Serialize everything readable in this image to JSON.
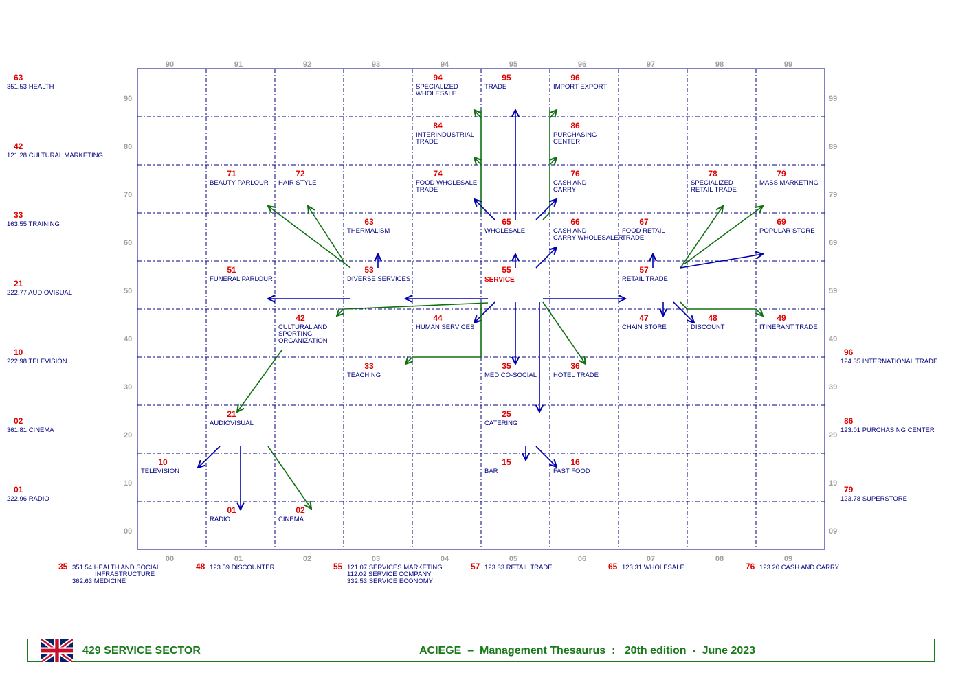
{
  "grid": {
    "top_ticks": [
      "90",
      "91",
      "92",
      "93",
      "94",
      "95",
      "96",
      "97",
      "98",
      "99"
    ],
    "bottom_ticks": [
      "00",
      "01",
      "02",
      "03",
      "04",
      "05",
      "06",
      "07",
      "08",
      "09"
    ],
    "left_ticks": [
      "90",
      "80",
      "70",
      "60",
      "50",
      "40",
      "30",
      "20",
      "10",
      "00"
    ],
    "right_ticks": [
      "99",
      "89",
      "79",
      "69",
      "59",
      "49",
      "39",
      "29",
      "19",
      "09"
    ]
  },
  "cells": [
    {
      "num": "94",
      "lines": [
        "SPECIALIZED",
        "WHOLESALE"
      ]
    },
    {
      "num": "95",
      "lines": [
        "TRADE"
      ]
    },
    {
      "num": "96",
      "lines": [
        "IMPORT EXPORT"
      ]
    },
    {
      "num": "84",
      "lines": [
        "INTERINDUSTRIAL",
        "TRADE"
      ]
    },
    {
      "num": "86",
      "lines": [
        "PURCHASING",
        "CENTER"
      ]
    },
    {
      "num": "71",
      "lines": [
        "BEAUTY PARLOUR"
      ]
    },
    {
      "num": "72",
      "lines": [
        "HAIR STYLE"
      ]
    },
    {
      "num": "74",
      "lines": [
        "FOOD WHOLESALE",
        "TRADE"
      ]
    },
    {
      "num": "76",
      "lines": [
        "CASH AND",
        "CARRY"
      ]
    },
    {
      "num": "78",
      "lines": [
        "SPECIALIZED",
        "RETAIL TRADE"
      ]
    },
    {
      "num": "79",
      "lines": [
        "MASS MARKETING"
      ]
    },
    {
      "num": "63",
      "lines": [
        "THERMALISM"
      ]
    },
    {
      "num": "65",
      "lines": [
        "WHOLESALE"
      ]
    },
    {
      "num": "66",
      "lines": [
        "CASH AND",
        "CARRY WHOLESALER"
      ]
    },
    {
      "num": "67",
      "lines": [
        "FOOD RETAIL",
        "TRADE"
      ]
    },
    {
      "num": "69",
      "lines": [
        "POPULAR STORE"
      ]
    },
    {
      "num": "51",
      "lines": [
        "FUNERAL PARLOUR"
      ]
    },
    {
      "num": "53",
      "lines": [
        "DIVERSE SERVICES"
      ]
    },
    {
      "num": "55",
      "lines": []
    },
    {
      "num": "57",
      "lines": [
        "RETAIL TRADE"
      ]
    },
    {
      "num": "42",
      "lines": [
        "CULTURAL AND",
        "SPORTING",
        "ORGANIZATION"
      ]
    },
    {
      "num": "44",
      "lines": [
        "HUMAN SERVICES"
      ]
    },
    {
      "num": "47",
      "lines": [
        "CHAIN STORE"
      ]
    },
    {
      "num": "48",
      "lines": [
        "DISCOUNT"
      ]
    },
    {
      "num": "49",
      "lines": [
        "ITINERANT TRADE"
      ]
    },
    {
      "num": "33",
      "lines": [
        "TEACHING"
      ]
    },
    {
      "num": "35",
      "lines": [
        "MEDICO-SOCIAL"
      ]
    },
    {
      "num": "36",
      "lines": [
        "HOTEL TRADE"
      ]
    },
    {
      "num": "21",
      "lines": [
        "AUDIOVISUAL"
      ]
    },
    {
      "num": "25",
      "lines": [
        "CATERING"
      ]
    },
    {
      "num": "10",
      "lines": [
        "TELEVISION"
      ]
    },
    {
      "num": "15",
      "lines": [
        "BAR"
      ]
    },
    {
      "num": "16",
      "lines": [
        "FAST FOOD"
      ]
    },
    {
      "num": "01",
      "lines": [
        "RADIO"
      ]
    },
    {
      "num": "02",
      "lines": [
        "CINEMA"
      ]
    }
  ],
  "center_label": "SERVICE",
  "left_refs": [
    {
      "num": "63",
      "text": "351.53 HEALTH"
    },
    {
      "num": "42",
      "text": "121.28 CULTURAL MARKETING"
    },
    {
      "num": "33",
      "text": "163.55 TRAINING"
    },
    {
      "num": "21",
      "text": "222.77 AUDIOVISUAL"
    },
    {
      "num": "10",
      "text": "222.98 TELEVISION"
    },
    {
      "num": "02",
      "text": "361.81 CINEMA"
    },
    {
      "num": "01",
      "text": "222.96 RADIO"
    }
  ],
  "right_refs": [
    {
      "num": "96",
      "text": "124.35 INTERNATIONAL TRADE"
    },
    {
      "num": "86",
      "text": "123.01 PURCHASING CENTER"
    },
    {
      "num": "79",
      "text": "123.78 SUPERSTORE"
    }
  ],
  "bottom_refs": [
    {
      "num": "35",
      "lines": [
        "351.54 HEALTH AND SOCIAL",
        "INFRASTRUCTURE",
        "362.63 MEDICINE"
      ]
    },
    {
      "num": "48",
      "lines": [
        "123.59 DISCOUNTER"
      ]
    },
    {
      "num": "55",
      "lines": [
        "121.07 SERVICES MARKETING",
        "112.02 SERVICE COMPANY",
        "332.53 SERVICE ECONOMY"
      ]
    },
    {
      "num": "57",
      "lines": [
        "123.33 RETAIL TRADE"
      ]
    },
    {
      "num": "65",
      "lines": [
        "123.31 WHOLESALE"
      ]
    },
    {
      "num": "76",
      "lines": [
        "123.20 CASH AND CARRY"
      ]
    }
  ],
  "footer": {
    "left": "429  SERVICE SECTOR",
    "right": "ACIEGE  –  Management Thesaurus  :   20th edition  -  June 2023"
  },
  "colors": {
    "number": "#e00000",
    "label": "#000080",
    "grid": "#000080",
    "tick": "#a0a0a0",
    "link_blue": "#0000b0",
    "link_green": "#107010",
    "footer": "#1a7a1a"
  }
}
